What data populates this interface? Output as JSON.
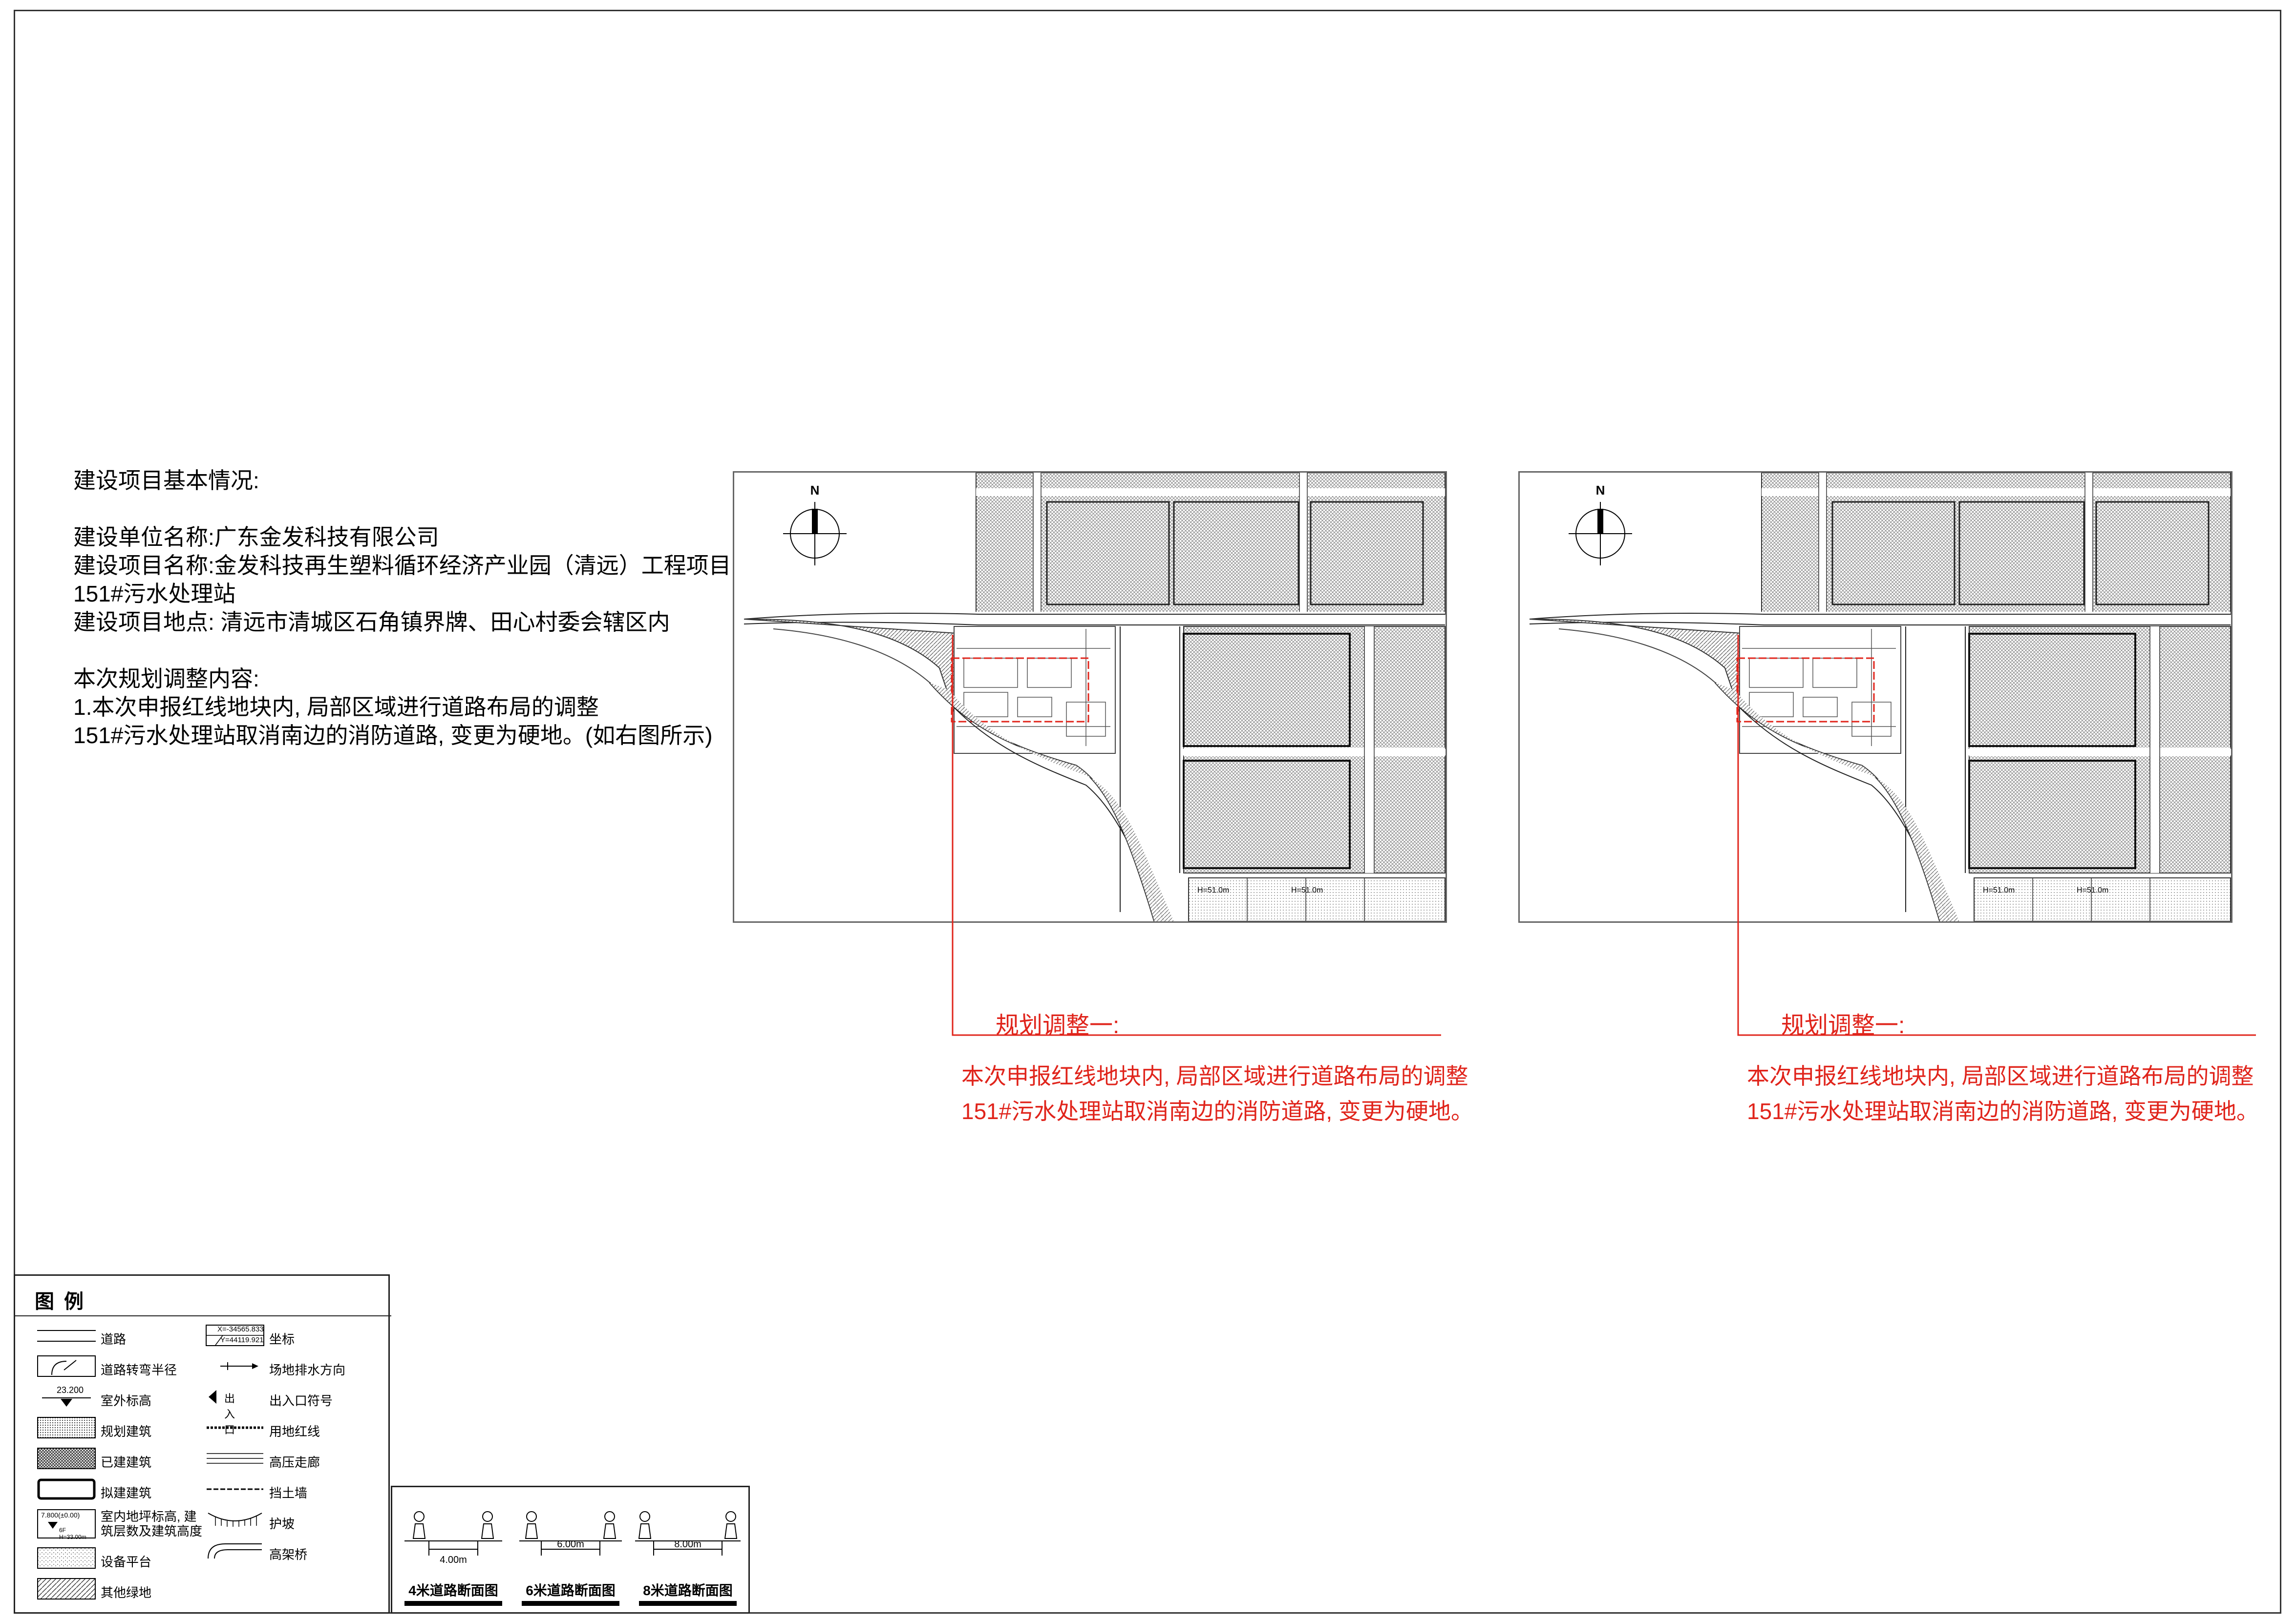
{
  "info": {
    "heading": "建设项目基本情况:",
    "unit": "建设单位名称:广东金发科技有限公司",
    "project_line1": "建设项目名称:金发科技再生塑料循环经济产业园（清远）工程项目",
    "project_line2": "151#污水处理站",
    "location": "建设项目地点: 清远市清城区石角镇界牌、田心村委会辖区内",
    "adjust_heading": "本次规划调整内容:",
    "adjust_line1": "1.本次申报红线地块内, 局部区域进行道路布局的调整",
    "adjust_line2": "151#污水处理站取消南边的消防道路, 变更为硬地。(如右图所示)"
  },
  "maps": [
    {
      "callout_title": "规划调整一:",
      "callout_line1": "本次申报红线地块内, 局部区域进行道路布局的调整",
      "callout_line2": "151#污水处理站取消南边的消防道路, 变更为硬地。",
      "north_label": "N",
      "height_label_1": "H=51.0m",
      "height_label_2": "H=51.0m"
    },
    {
      "callout_title": "规划调整一:",
      "callout_line1": "本次申报红线地块内, 局部区域进行道路布局的调整",
      "callout_line2": "151#污水处理站取消南边的消防道路, 变更为硬地。",
      "north_label": "N",
      "height_label_1": "H=51.0m",
      "height_label_2": "H=51.0m"
    }
  ],
  "legend": {
    "title": "图例",
    "left_items": [
      "道路",
      "道路转弯半径",
      "室外标高",
      "规划建筑",
      "已建建筑",
      "拟建建筑",
      "室内地坪标高, 建筑层数及建筑高度",
      "设备平台",
      "其他绿地"
    ],
    "right_items": [
      "坐标",
      "场地排水方向",
      "出入口符号",
      "用地红线",
      "高压走廊",
      "挡土墙",
      "护坡",
      "高架桥"
    ],
    "elevation_value": "23.200",
    "coord_x": "X=-34565.833",
    "coord_y": "Y=44119.921",
    "entrance_label": "出入口",
    "floor_elev": "7.800(±0.00)",
    "floor_info": "6F H=33.00m"
  },
  "sections": [
    {
      "label": "4米道路断面图",
      "width_label": "4.00m"
    },
    {
      "label": "6米道路断面图",
      "width_label": "6.00m"
    },
    {
      "label": "8米道路断面图",
      "width_label": "8.00m"
    }
  ]
}
